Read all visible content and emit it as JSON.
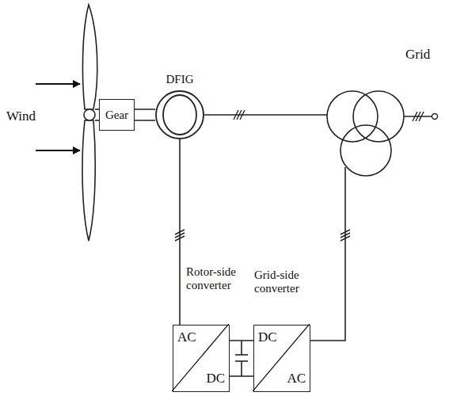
{
  "diagram": {
    "nodes": [
      {
        "text": [
          "Gear"
        ]
      },
      {
        "text": [
          "DFIG"
        ]
      },
      {
        "text": [
          "Rotor-side converter",
          "AC",
          "DC"
        ]
      },
      {
        "text": [
          "Grid-side converter",
          "DC",
          "AC"
        ]
      }
    ],
    "edges": [
      {
        "from": 0,
        "to": 1,
        "arrow": "none"
      },
      {
        "from": 1,
        "to": 2,
        "arrow": "none"
      },
      {
        "from": 2,
        "to": 3,
        "arrow": "none"
      }
    ],
    "labels": [
      "Wind",
      "Grid"
    ]
  }
}
